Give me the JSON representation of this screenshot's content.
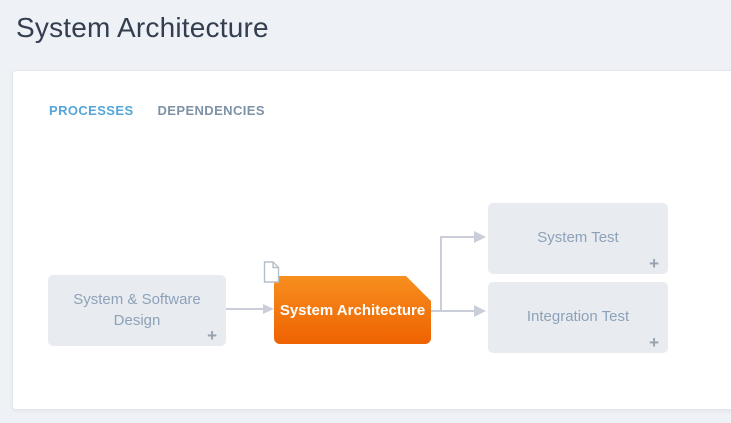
{
  "header": {
    "title": "System Architecture"
  },
  "tabs": [
    {
      "label": "PROCESSES",
      "active": true
    },
    {
      "label": "DEPENDENCIES",
      "active": false
    }
  ],
  "diagram": {
    "nodes": [
      {
        "id": "system-software-design",
        "label": "System & Software Design",
        "type": "normal",
        "has_add_button": true
      },
      {
        "id": "system-architecture",
        "label": "System Architecture",
        "type": "selected",
        "has_document_icon": true
      },
      {
        "id": "system-test",
        "label": "System Test",
        "type": "normal",
        "has_add_button": true
      },
      {
        "id": "integration-test",
        "label": "Integration Test",
        "type": "normal",
        "has_add_button": true
      }
    ],
    "edges": [
      {
        "from": "system-software-design",
        "to": "system-architecture"
      },
      {
        "from": "system-architecture",
        "to": "system-test"
      },
      {
        "from": "system-architecture",
        "to": "integration-test"
      }
    ],
    "icons": {
      "plus": "+"
    }
  },
  "theme": {
    "bg": "#eef1f6",
    "card_bg": "#ffffff",
    "card_border": "#e3e7ee",
    "title_color": "#333e4f",
    "tab_active": "#55a5d9",
    "tab_inactive": "#7e92a6",
    "node_bg": "#e8ebf0",
    "node_text": "#8da2b8",
    "plus_color": "#98a2ae",
    "line": "#c9ced9",
    "orange_top": "#f78f1e",
    "orange_bottom": "#ee6201",
    "doc_border": "#b6bec9"
  }
}
